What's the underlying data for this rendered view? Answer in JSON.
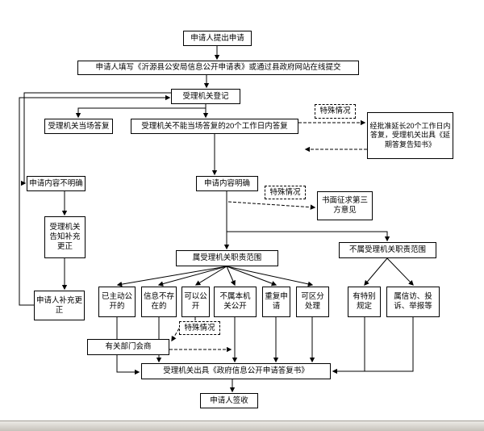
{
  "colors": {
    "line": "#000000",
    "box_border": "#000000",
    "box_bg": "#ffffff",
    "footer_bar": "#c6c2bb"
  },
  "nodes": {
    "submit": {
      "label": "申请人提出申请"
    },
    "fill_form": {
      "label": "申请人填写《沂源县公安局信息公开申请表》或通过县政府网站在线提交"
    },
    "register": {
      "label": "受理机关登记"
    },
    "onsite_reply": {
      "label": "受理机关当场答复"
    },
    "reply_20days": {
      "label": "受理机关不能当场答复的20个工作日内答复"
    },
    "special1": {
      "label": "特殊情况"
    },
    "extension": {
      "label": "经批准延长20个工作日内答复，受理机关出具《延期答复告知书》"
    },
    "unclear": {
      "label": "申请内容不明确"
    },
    "clear": {
      "label": "申请内容明确"
    },
    "special2": {
      "label": "特殊情况"
    },
    "third_party": {
      "label": "书面征求第三方意见"
    },
    "notify_correct": {
      "label": "受理机关告知补充更正"
    },
    "in_scope": {
      "label": "属受理机关职责范围"
    },
    "out_scope": {
      "label": "不属受理机关职责范围"
    },
    "applicant_correct": {
      "label": "申请人补充更正"
    },
    "already_public": {
      "label": "已主动公开的"
    },
    "not_exist": {
      "label": "信息不存在的"
    },
    "can_public": {
      "label": "可以公开"
    },
    "not_this_org": {
      "label": "不属本机关公开"
    },
    "repeat_apply": {
      "label": "重复申请"
    },
    "separable": {
      "label": "可区分处理"
    },
    "special_rules": {
      "label": "有特别规定"
    },
    "petition": {
      "label": "属信访、投诉、举报等"
    },
    "special3": {
      "label": "特殊情况"
    },
    "consult": {
      "label": "有关部门会商"
    },
    "reply_doc": {
      "label": "受理机关出具《政府信息公开申请答复书》"
    },
    "sign": {
      "label": "申请人签收"
    }
  }
}
